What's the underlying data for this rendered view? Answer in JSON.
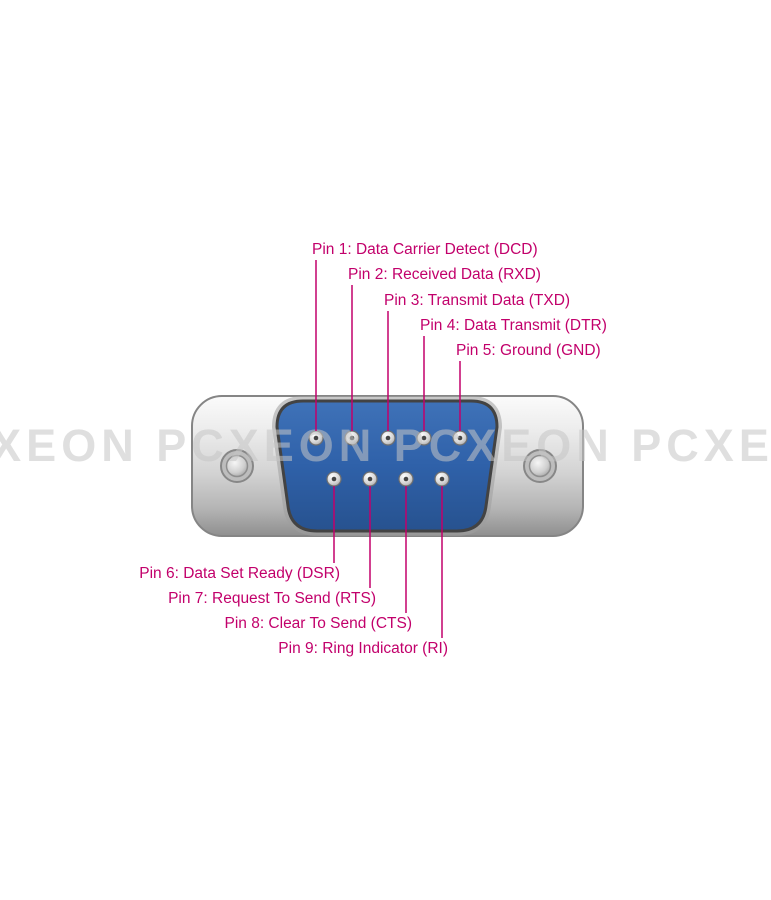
{
  "watermark": "PCXEON PCXEON PCXEON PCXEON",
  "colors": {
    "label-color": "#c2006b",
    "connector-blue": "#2f61a9",
    "flange-gray": "#c9c9c9"
  },
  "pins_top": [
    {
      "id": 1,
      "label": "Pin 1: Data Carrier Detect (DCD)"
    },
    {
      "id": 2,
      "label": "Pin 2: Received Data (RXD)"
    },
    {
      "id": 3,
      "label": "Pin 3: Transmit Data (TXD)"
    },
    {
      "id": 4,
      "label": "Pin 4: Data Transmit (DTR)"
    },
    {
      "id": 5,
      "label": "Pin 5: Ground (GND)"
    }
  ],
  "pins_bottom": [
    {
      "id": 6,
      "label": "Pin 6: Data Set Ready (DSR)"
    },
    {
      "id": 7,
      "label": "Pin 7: Request To Send (RTS)"
    },
    {
      "id": 8,
      "label": "Pin 8: Clear To Send (CTS)"
    },
    {
      "id": 9,
      "label": "Pin 9: Ring Indicator (RI)"
    }
  ]
}
